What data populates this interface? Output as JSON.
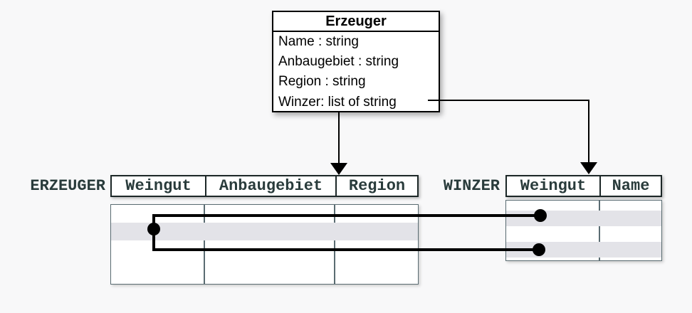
{
  "class_box": {
    "title": "Erzeuger",
    "attributes": [
      "Name : string",
      "Anbaugebiet : string",
      "Region : string",
      "Winzer: list of string"
    ]
  },
  "erzeuger_table": {
    "label": "ERZEUGER",
    "columns": [
      "Weingut",
      "Anbaugebiet",
      "Region"
    ]
  },
  "winzer_table": {
    "label": "WINZER",
    "columns": [
      "Weingut",
      "Name"
    ]
  },
  "colors": {
    "background": "#f8f8f9",
    "class_box_border": "#000000",
    "header_text": "#293b3b",
    "header_border": "#1c2727",
    "body_border": "#5a6c72",
    "row_stripe": "#e3e3e8",
    "connector": "#000000"
  }
}
